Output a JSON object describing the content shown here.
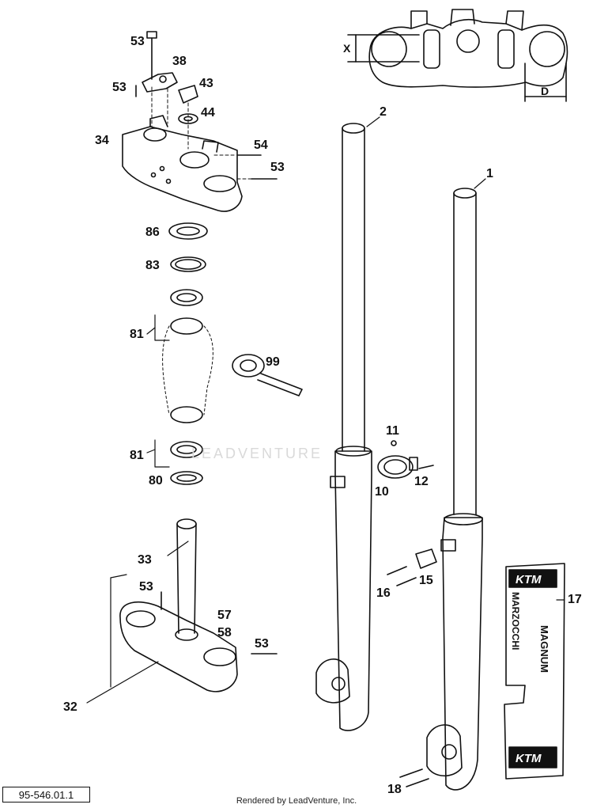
{
  "drawing_id": "95-546.01.1",
  "credit": "Rendered by LeadVenture, Inc.",
  "watermark": "LEADVENTURE",
  "detail": {
    "dim_x": "X",
    "dim_d": "D"
  },
  "callouts": [
    "53",
    "38",
    "53",
    "43",
    "44",
    "34",
    "54",
    "53",
    "86",
    "83",
    "81",
    "99",
    "81",
    "80",
    "33",
    "53",
    "57",
    "58",
    "53",
    "32",
    "2",
    "1",
    "11",
    "10",
    "12",
    "16",
    "15",
    "17",
    "18"
  ],
  "decal": {
    "brand_top": "KTM",
    "text_a": "MARZOCCHI",
    "text_b": "MAGNUM",
    "brand_bottom": "KTM"
  }
}
